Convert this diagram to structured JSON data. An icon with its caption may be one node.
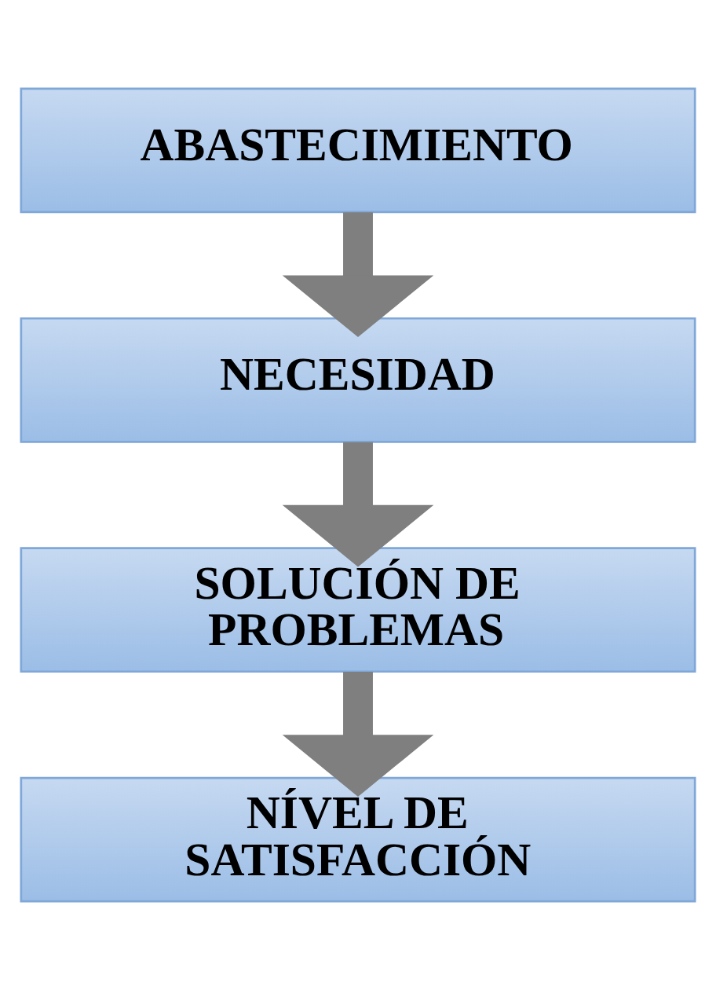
{
  "diagram": {
    "nodes": [
      {
        "text": [
          "ABASTECIMIENTO"
        ]
      },
      {
        "text": [
          "NECESIDAD"
        ]
      },
      {
        "text": [
          "SOLUCIÓN DE PROBLEMAS"
        ]
      },
      {
        "text": [
          "NÍVEL DE SATISFACCIÓN"
        ]
      }
    ],
    "edges": [
      {
        "from": 0,
        "to": 1,
        "arrow": "to"
      },
      {
        "from": 1,
        "to": 2,
        "arrow": "to"
      },
      {
        "from": 2,
        "to": 3,
        "arrow": "to"
      }
    ]
  }
}
